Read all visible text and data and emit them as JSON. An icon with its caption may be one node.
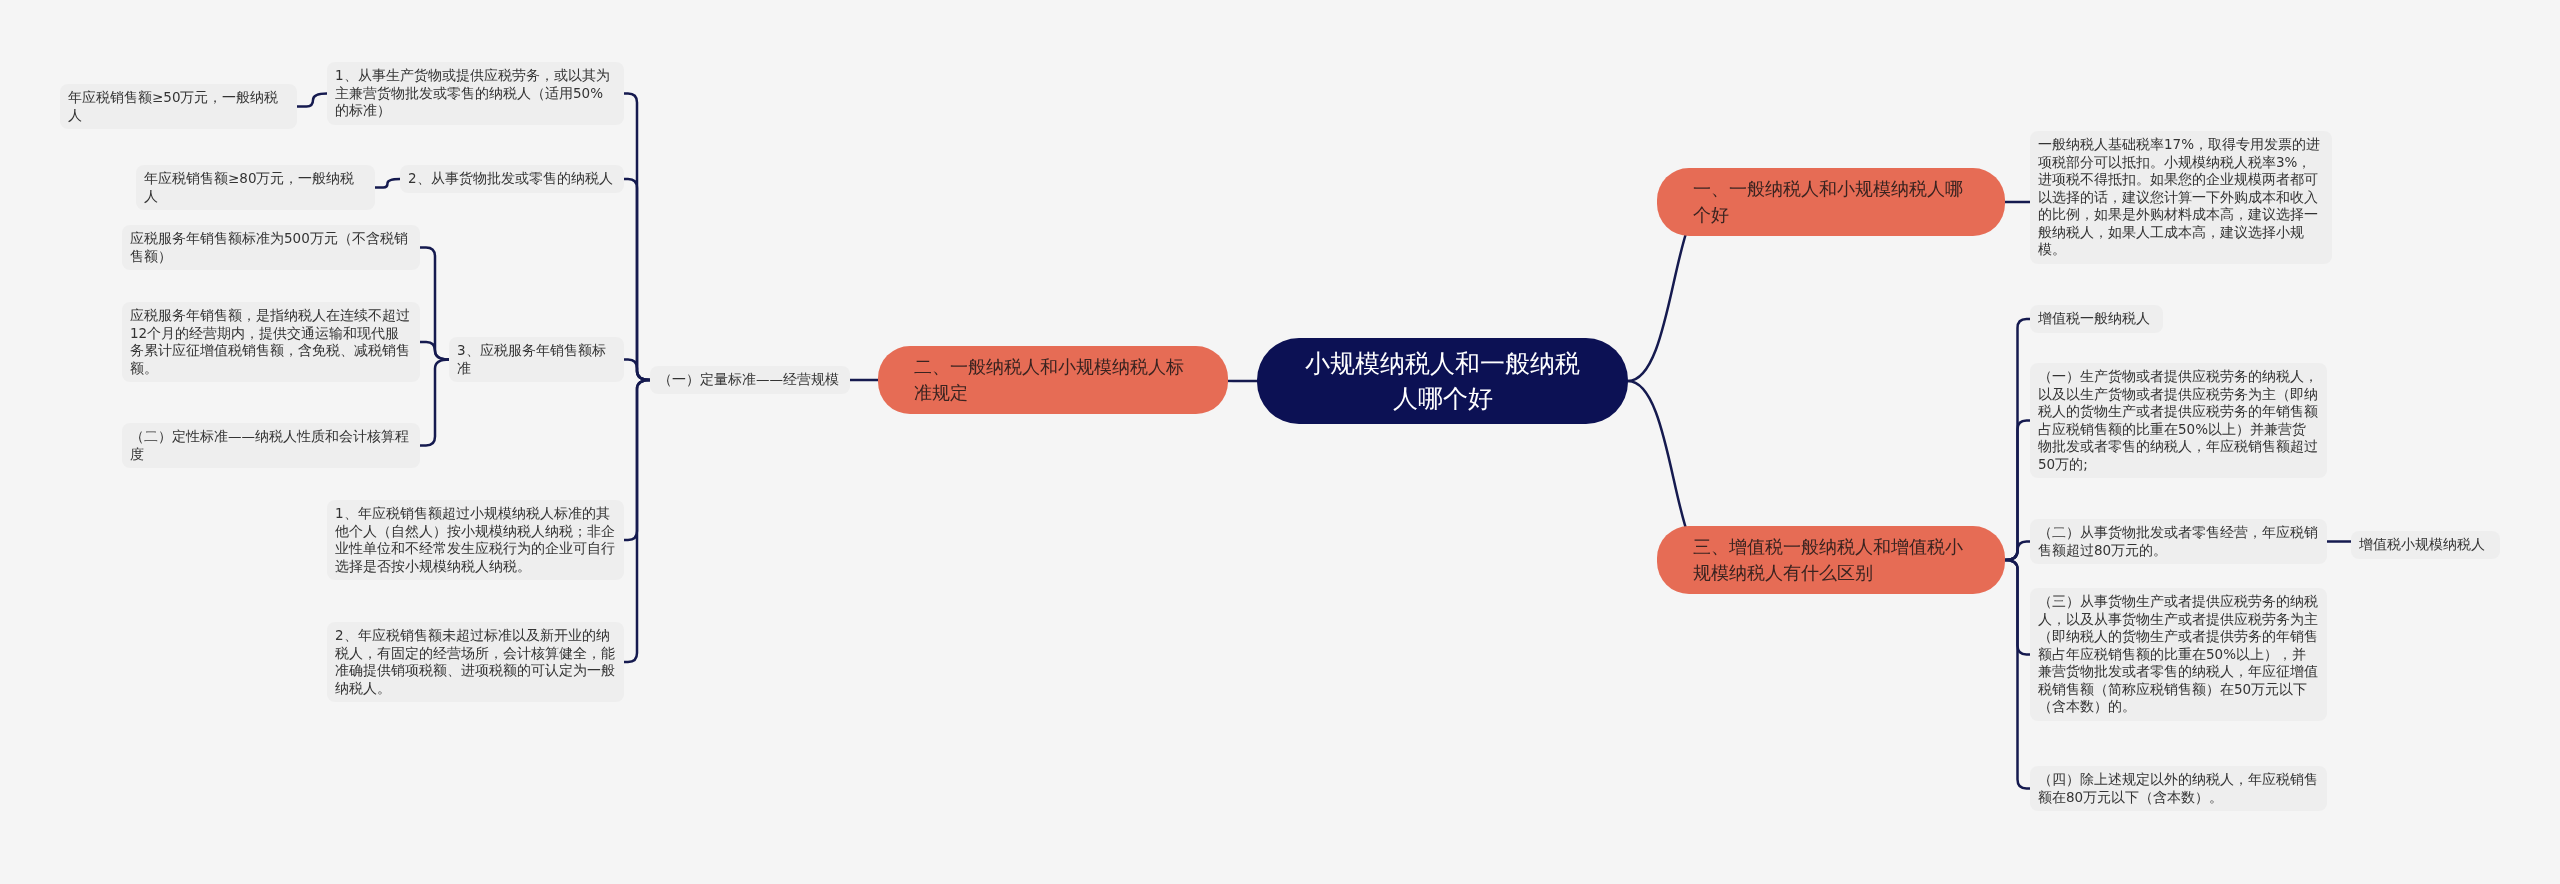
{
  "diagram": {
    "nodes": [
      {
        "text": [
          "小规模纳税人和一般纳税人哪个好"
        ]
      },
      {
        "text": [
          "一、一般纳税人和小规模纳税人哪个好"
        ]
      },
      {
        "text": [
          "一般纳税人基础税率17%，取得专用发票的进项税部分可以抵扣。小规模纳税人税率3%，进项税不得抵扣。如果您的企业规模两者都可以选择的话，建议您计算一下外购成本和收入的比例，如果是外购材料成本高，建议选择一般纳税人，如果人工成本高，建议选择小规模。"
        ]
      },
      {
        "text": [
          "二、一般纳税人和小规模纳税人标准规定"
        ]
      },
      {
        "text": [
          "（一）定量标准——经营规模"
        ]
      },
      {
        "text": [
          "1、从事生产货物或提供应税劳务，或以其为主兼营货物批发或零售的纳税人（适用50%的标准）"
        ]
      },
      {
        "text": [
          "年应税销售额≥50万元，一般纳税人"
        ]
      },
      {
        "text": [
          "2、从事货物批发或零售的纳税人"
        ]
      },
      {
        "text": [
          "年应税销售额≥80万元，一般纳税人"
        ]
      },
      {
        "text": [
          "3、应税服务年销售额标准"
        ]
      },
      {
        "text": [
          "应税服务年销售额标准为500万元（不含税销售额）"
        ]
      },
      {
        "text": [
          "应税服务年销售额，是指纳税人在连续不超过12个月的经营期内，提供交通运输和现代服务累计应征增值税销售额，含免税、减税销售额。"
        ]
      },
      {
        "text": [
          "（二）定性标准——纳税人性质和会计核算程度"
        ]
      },
      {
        "text": [
          "1、年应税销售额超过小规模纳税人标准的其他个人（自然人）按小规模纳税人纳税；非企业性单位和不经常发生应税行为的企业可自行选择是否按小规模纳税人纳税。"
        ]
      },
      {
        "text": [
          "2、年应税销售额未超过标准以及新开业的纳税人，有固定的经营场所，会计核算健全，能准确提供销项税额、进项税额的可认定为一般纳税人。"
        ]
      },
      {
        "text": [
          "三、增值税一般纳税人和增值税小规模纳税人有什么区别"
        ]
      },
      {
        "text": [
          "增值税一般纳税人"
        ]
      },
      {
        "text": [
          "（一）生产货物或者提供应税劳务的纳税人，以及以生产货物或者提供应税劳务为主（即纳税人的货物生产或者提供应税劳务的年销售额占应税销售额的比重在50%以上）并兼营货物批发或者零售的纳税人，年应税销售额超过50万的;"
        ]
      },
      {
        "text": [
          "（二）从事货物批发或者零售经营，年应税销售额超过80万元的。"
        ]
      },
      {
        "text": [
          "增值税小规模纳税人"
        ]
      },
      {
        "text": [
          "（三）从事货物生产或者提供应税劳务的纳税人，以及从事货物生产或者提供应税劳务为主（即纳税人的货物生产或者提供劳务的年销售额占年应税销售额的比重在50%以上），并兼营货物批发或者零售的纳税人，年应征增值税销售额（简称应税销售额）在50万元以下（含本数）的。"
        ]
      },
      {
        "text": [
          "（四）除上述规定以外的纳税人，年应税销售额在80万元以下（含本数）。"
        ]
      }
    ],
    "edges": [
      {
        "from": 0,
        "to": 1,
        "arrow": "none"
      },
      {
        "from": 1,
        "to": 2,
        "arrow": "none"
      },
      {
        "from": 0,
        "to": 3,
        "arrow": "none"
      },
      {
        "from": 3,
        "to": 4,
        "arrow": "none"
      },
      {
        "from": 4,
        "to": 5,
        "arrow": "none"
      },
      {
        "from": 5,
        "to": 6,
        "arrow": "none"
      },
      {
        "from": 4,
        "to": 7,
        "arrow": "none"
      },
      {
        "from": 7,
        "to": 8,
        "arrow": "none"
      },
      {
        "from": 4,
        "to": 9,
        "arrow": "none"
      },
      {
        "from": 9,
        "to": 10,
        "arrow": "none"
      },
      {
        "from": 9,
        "to": 11,
        "arrow": "none"
      },
      {
        "from": 9,
        "to": 12,
        "arrow": "none"
      },
      {
        "from": 4,
        "to": 13,
        "arrow": "none"
      },
      {
        "from": 4,
        "to": 14,
        "arrow": "none"
      },
      {
        "from": 0,
        "to": 15,
        "arrow": "none"
      },
      {
        "from": 15,
        "to": 16,
        "arrow": "none"
      },
      {
        "from": 15,
        "to": 17,
        "arrow": "none"
      },
      {
        "from": 15,
        "to": 18,
        "arrow": "none"
      },
      {
        "from": 18,
        "to": 19,
        "arrow": "none"
      },
      {
        "from": 15,
        "to": 20,
        "arrow": "none"
      },
      {
        "from": 15,
        "to": 21,
        "arrow": "none"
      }
    ]
  }
}
